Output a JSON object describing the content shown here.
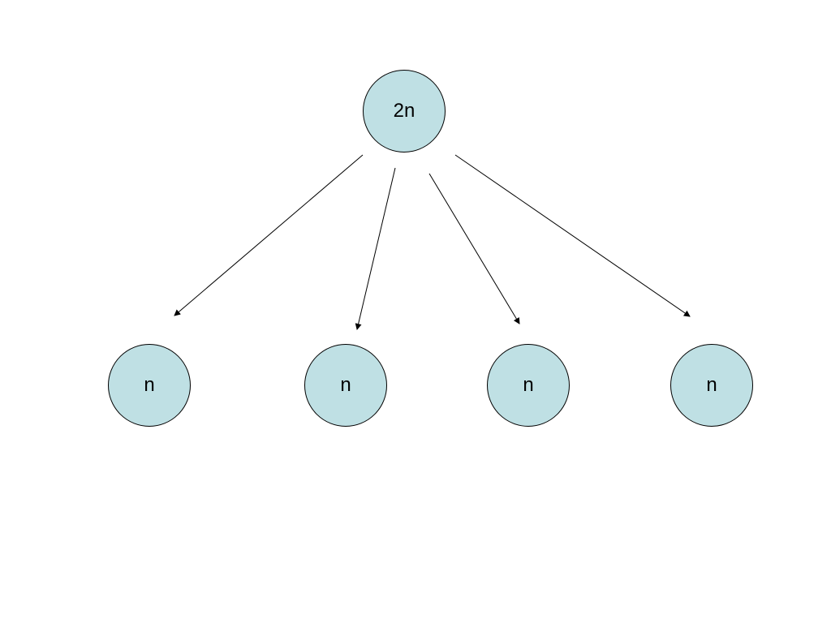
{
  "diagram": {
    "node_fill": "#bfe0e4",
    "edge_color": "#000000",
    "root": {
      "label": "2n"
    },
    "children": [
      {
        "label": "n"
      },
      {
        "label": "n"
      },
      {
        "label": "n"
      },
      {
        "label": "n"
      }
    ]
  }
}
